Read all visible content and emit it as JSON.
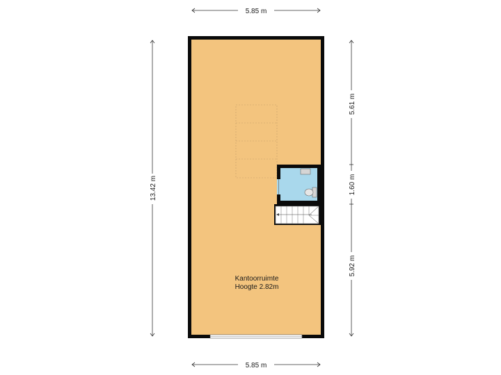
{
  "dimensions": {
    "top_width": "5.85 m",
    "bottom_width": "5.85 m",
    "left_height": "13.42 m",
    "right_upper": "5.61 m",
    "right_middle": "1.60 m",
    "right_lower": "5.92 m"
  },
  "room": {
    "name": "Kantoorruimte",
    "height": "Hoogte 2.82m"
  },
  "colors": {
    "floor": "#f3c47e",
    "wall": "#0a0a0a",
    "bathroom": "#a9d8ec",
    "dimension_line": "#333333"
  }
}
